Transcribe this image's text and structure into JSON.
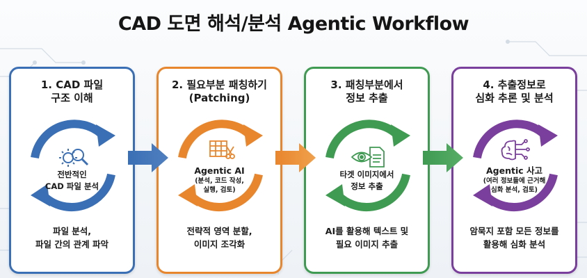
{
  "title": "CAD 도면 해석/분석 Agentic Workflow",
  "colors": {
    "blue": "#3a6fb5",
    "orange": "#e8862e",
    "green": "#3f9a52",
    "purple": "#7a3e9c"
  },
  "steps": [
    {
      "title_lines": [
        "1. CAD 파일",
        "구조 이해"
      ],
      "icon": "gear-magnifier-icon",
      "center_lines": [
        "전반적인",
        "CAD 파일 분석"
      ],
      "bottom_lines": [
        "파일 분석,",
        "파일 간의 관계 파악"
      ]
    },
    {
      "title_lines": [
        "2. 필요부분 패칭하기",
        "(Patching)"
      ],
      "icon": "grid-scissors-icon",
      "center_head": "Agentic AI",
      "center_lines": [
        "(분석, 코드 작성,",
        "실행, 검토)"
      ],
      "bottom_lines": [
        "전략적 영역 분할,",
        "이미지 조각화"
      ]
    },
    {
      "title_lines": [
        "3. 패칭부분에서",
        "정보 추출"
      ],
      "icon": "eye-document-icon",
      "center_lines": [
        "타겟 이미지에서",
        "정보 추출"
      ],
      "bottom_lines": [
        "AI를 활용해 텍스트 및",
        "필요 이미지 추출"
      ]
    },
    {
      "title_lines": [
        "4. 추출정보로",
        "심화 추론 및 분석"
      ],
      "icon": "brain-circuit-icon",
      "center_head": "Agentic 사고",
      "center_lines": [
        "(여러 정보들에 근거해",
        "심화 분석, 검토)"
      ],
      "bottom_lines": [
        "암묵지 포함 모든 정보를",
        "활용해 심화 분석"
      ]
    }
  ]
}
